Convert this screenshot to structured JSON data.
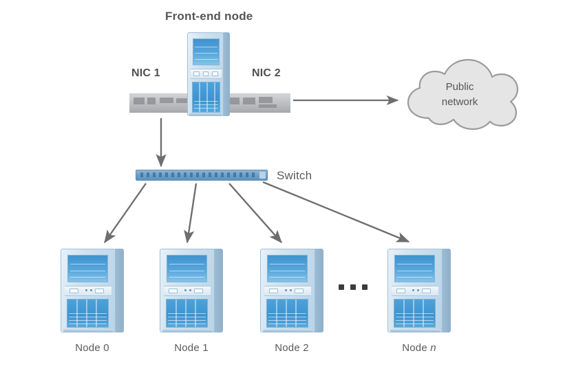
{
  "diagram": {
    "title_label": "Front-end node",
    "nic1_label": "NIC 1",
    "nic2_label": "NIC 2",
    "switch_label": "Switch",
    "cloud_label": "Public\nnetwork",
    "nodes": [
      {
        "label_prefix": "Node ",
        "index": "0"
      },
      {
        "label_prefix": "Node ",
        "index": "1"
      },
      {
        "label_prefix": "Node ",
        "index": "2"
      },
      {
        "label_prefix": "Node ",
        "index": "n"
      }
    ],
    "ellipsis": "• • •",
    "colors": {
      "background": "#ffffff",
      "tower_body": "#cfe2ef",
      "tower_bay": "#57a6dc",
      "tower_lower": "#3d93ce",
      "tower_side": "#9dbcd4",
      "switch_bar": "#6f9fc8",
      "nic_strip": "#bfc2c5",
      "cloud_fill": "#e3e3e3",
      "cloud_stroke": "#9a9a9a",
      "arrow": "#6e6e6e",
      "text": "#555555"
    }
  }
}
